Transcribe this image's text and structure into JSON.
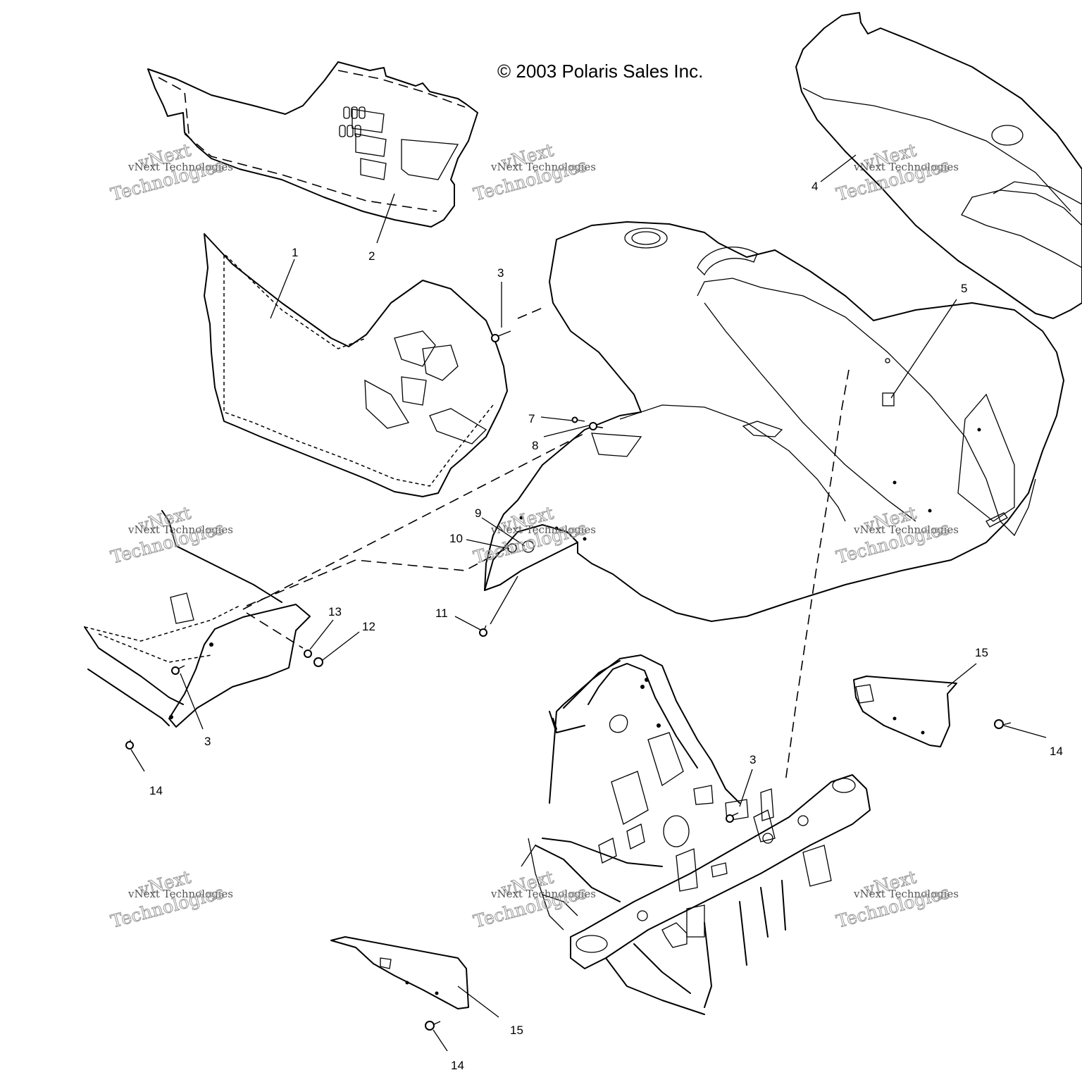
{
  "copyright": "© 2003 Polaris Sales Inc.",
  "watermark": {
    "line1": "vNext",
    "line2": "vNext Technologies",
    "line3": "Technologies"
  },
  "callouts": {
    "c1": "1",
    "c2": "2",
    "c3a": "3",
    "c3b": "3",
    "c3c": "3",
    "c4": "4",
    "c5": "5",
    "c7": "7",
    "c8": "8",
    "c9": "9",
    "c10": "10",
    "c11": "11",
    "c12": "12",
    "c13": "13",
    "c14a": "14",
    "c14b": "14",
    "c14c": "14",
    "c15a": "15",
    "c15b": "15"
  }
}
